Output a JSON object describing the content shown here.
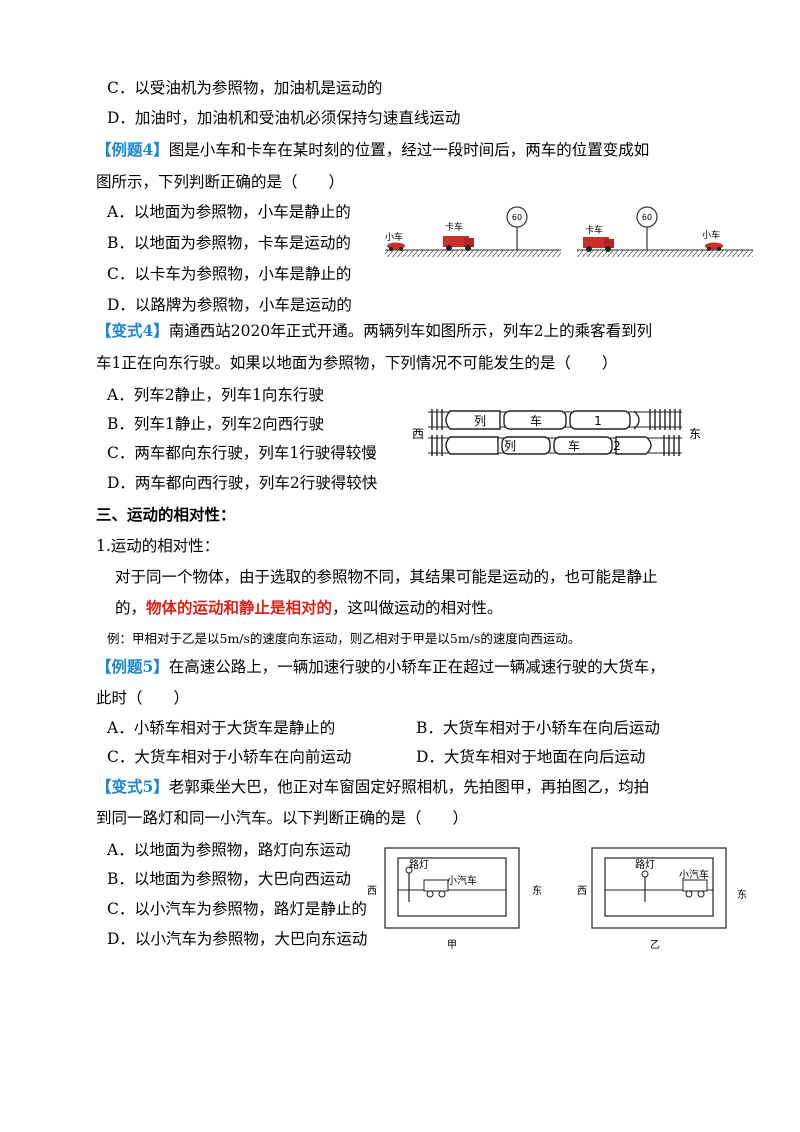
{
  "top_options": {
    "c": "C．以受油机为参照物，加油机是运动的",
    "d": "D．加油时，加油机和受油机必须保持匀速直线运动"
  },
  "ex4": {
    "tag": "【例题4】",
    "stem1": "图是小车和卡车在某时刻的位置，经过一段时间后，两车的位置变成如",
    "stem2": "图所示，下列判断正确的是（　　）",
    "options": [
      "A．以地面为参照物，小车是静止的",
      "B．以地面为参照物，卡车是运动的",
      "C．以卡车为参照物，小车是静止的",
      "D．以路牌为参照物，小车是运动的"
    ],
    "figure": {
      "car_label": "小车",
      "truck_label": "卡车",
      "sign": "60"
    }
  },
  "var4": {
    "tag": "【变式4】",
    "stem1": "南通西站2020年正式开通。两辆列车如图所示，列车2上的乘客看到列",
    "stem2": "车1正在向东行驶。如果以地面为参照物，下列情况不可能发生的是（　　）",
    "options": [
      "A．列车2静止，列车1向东行驶",
      "B．列车1静止，列车2向西行驶",
      "C．两车都向东行驶，列车1行驶得较慢",
      "D．两车都向西行驶，列车2行驶得较快"
    ],
    "figure": {
      "west": "西",
      "east": "东",
      "train_char1": "列",
      "train_char2": "车",
      "train1": "1",
      "train2": "2"
    }
  },
  "section3": {
    "heading": "三、运动的相对性：",
    "sub": "1.运动的相对性：",
    "para1": "对于同一个物体，由于选取的参照物不同，其结果可能是运动的，也可能是静止",
    "para2_a": "的，",
    "para2_red": "物体的运动和静止是相对的",
    "para2_b": "，这叫做运动的相对性。",
    "example": "例：甲相对于乙是以5m/s的速度向东运动，则乙相对于甲是以5m/s的速度向西运动。"
  },
  "ex5": {
    "tag": "【例题5】",
    "stem1": "在高速公路上，一辆加速行驶的小轿车正在超过一辆减速行驶的大货车，",
    "stem2": "此时（　　）",
    "options": [
      "A．小轿车相对于大货车是静止的",
      "B．大货车相对于小轿车在向后运动",
      "C．大货车相对于小轿车在向前运动",
      "D．大货车相对于地面在向后运动"
    ]
  },
  "var5": {
    "tag": "【变式5】",
    "stem1": "老郭乘坐大巴，他正对车窗固定好照相机，先拍图甲，再拍图乙，均拍",
    "stem2": "到同一路灯和同一小汽车。以下判断正确的是（　　）",
    "options": [
      "A．以地面为参照物，路灯向东运动",
      "B．以地面为参照物，大巴向西运动",
      "C．以小汽车为参照物，路灯是静止的",
      "D．以小汽车为参照物，大巴向东运动"
    ],
    "figure": {
      "lamp": "路灯",
      "car": "小汽车",
      "west": "西",
      "east": "东",
      "jia": "甲",
      "yi": "乙"
    }
  }
}
